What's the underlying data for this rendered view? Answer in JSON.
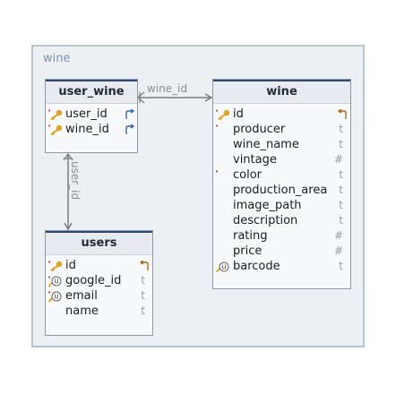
{
  "schema": {
    "name": "wine"
  },
  "tables": {
    "user_wine": {
      "title": "user_wine",
      "columns": [
        {
          "name": "user_id",
          "required": true,
          "icon": "primary-key-icon",
          "fk": true
        },
        {
          "name": "wine_id",
          "required": true,
          "icon": "primary-key-icon",
          "fk": true
        }
      ]
    },
    "wine": {
      "title": "wine",
      "columns": [
        {
          "name": "id",
          "type_marker": "",
          "required": true,
          "icon": "primary-key-icon",
          "ref": true
        },
        {
          "name": "producer",
          "type_marker": "t",
          "required": true
        },
        {
          "name": "wine_name",
          "type_marker": "t"
        },
        {
          "name": "vintage",
          "type_marker": "#"
        },
        {
          "name": "color",
          "type_marker": "t",
          "required": true
        },
        {
          "name": "production_area",
          "type_marker": "t"
        },
        {
          "name": "image_path",
          "type_marker": "t"
        },
        {
          "name": "description",
          "type_marker": "t"
        },
        {
          "name": "rating",
          "type_marker": "#"
        },
        {
          "name": "price",
          "type_marker": "#"
        },
        {
          "name": "barcode",
          "type_marker": "t",
          "icon": "unique-key-icon"
        }
      ]
    },
    "users": {
      "title": "users",
      "columns": [
        {
          "name": "id",
          "type_marker": "",
          "required": true,
          "icon": "primary-key-icon",
          "ref": true
        },
        {
          "name": "google_id",
          "type_marker": "t",
          "required": true,
          "icon": "unique-key-icon"
        },
        {
          "name": "email",
          "type_marker": "t",
          "required": true,
          "icon": "unique-key-icon"
        },
        {
          "name": "name",
          "type_marker": "t"
        }
      ]
    }
  },
  "relations": {
    "wine_id": "wine_id",
    "user_id": "user_id"
  },
  "colors": {
    "key": "#e0a526",
    "fk_arrow": "#2f6cb0",
    "ref_arrow": "#a56c1c",
    "required": "#d0312d",
    "line": "#7d7d7d"
  }
}
